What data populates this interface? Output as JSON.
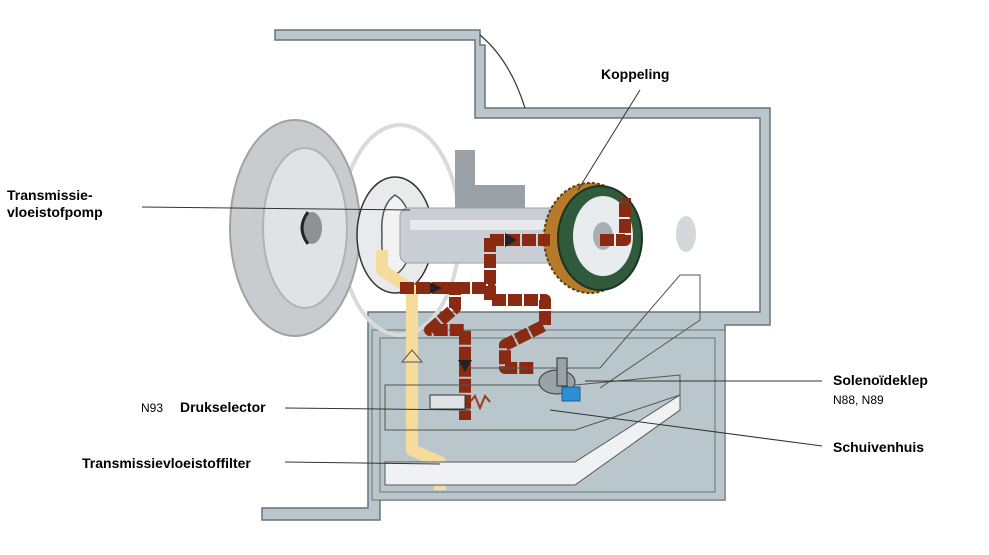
{
  "labels": {
    "koppeling": "Koppeling",
    "transmissie_pomp": "Transmissie-\nvloeistofpomp",
    "solenoideklep": "Solenoïdeklep",
    "solenoideklep_codes": "N88, N89",
    "drukselector_code": "N93",
    "drukselector": "Drukselector",
    "schuivenhuis": "Schuivenhuis",
    "filter": "Transmissievloeistoffilter"
  },
  "colors": {
    "housing": "#b9c6cc",
    "housing_stroke": "#6b7479",
    "flywheel": "#c9cccf",
    "shaft": "#c8ced3",
    "suction_oil": "#f5dc9a",
    "pressure_oil": "#8a2a12",
    "clutch_teeth": "#b57a2a",
    "clutch_green": "#2f5a3c",
    "valve_blue": "#2a8fd6"
  }
}
